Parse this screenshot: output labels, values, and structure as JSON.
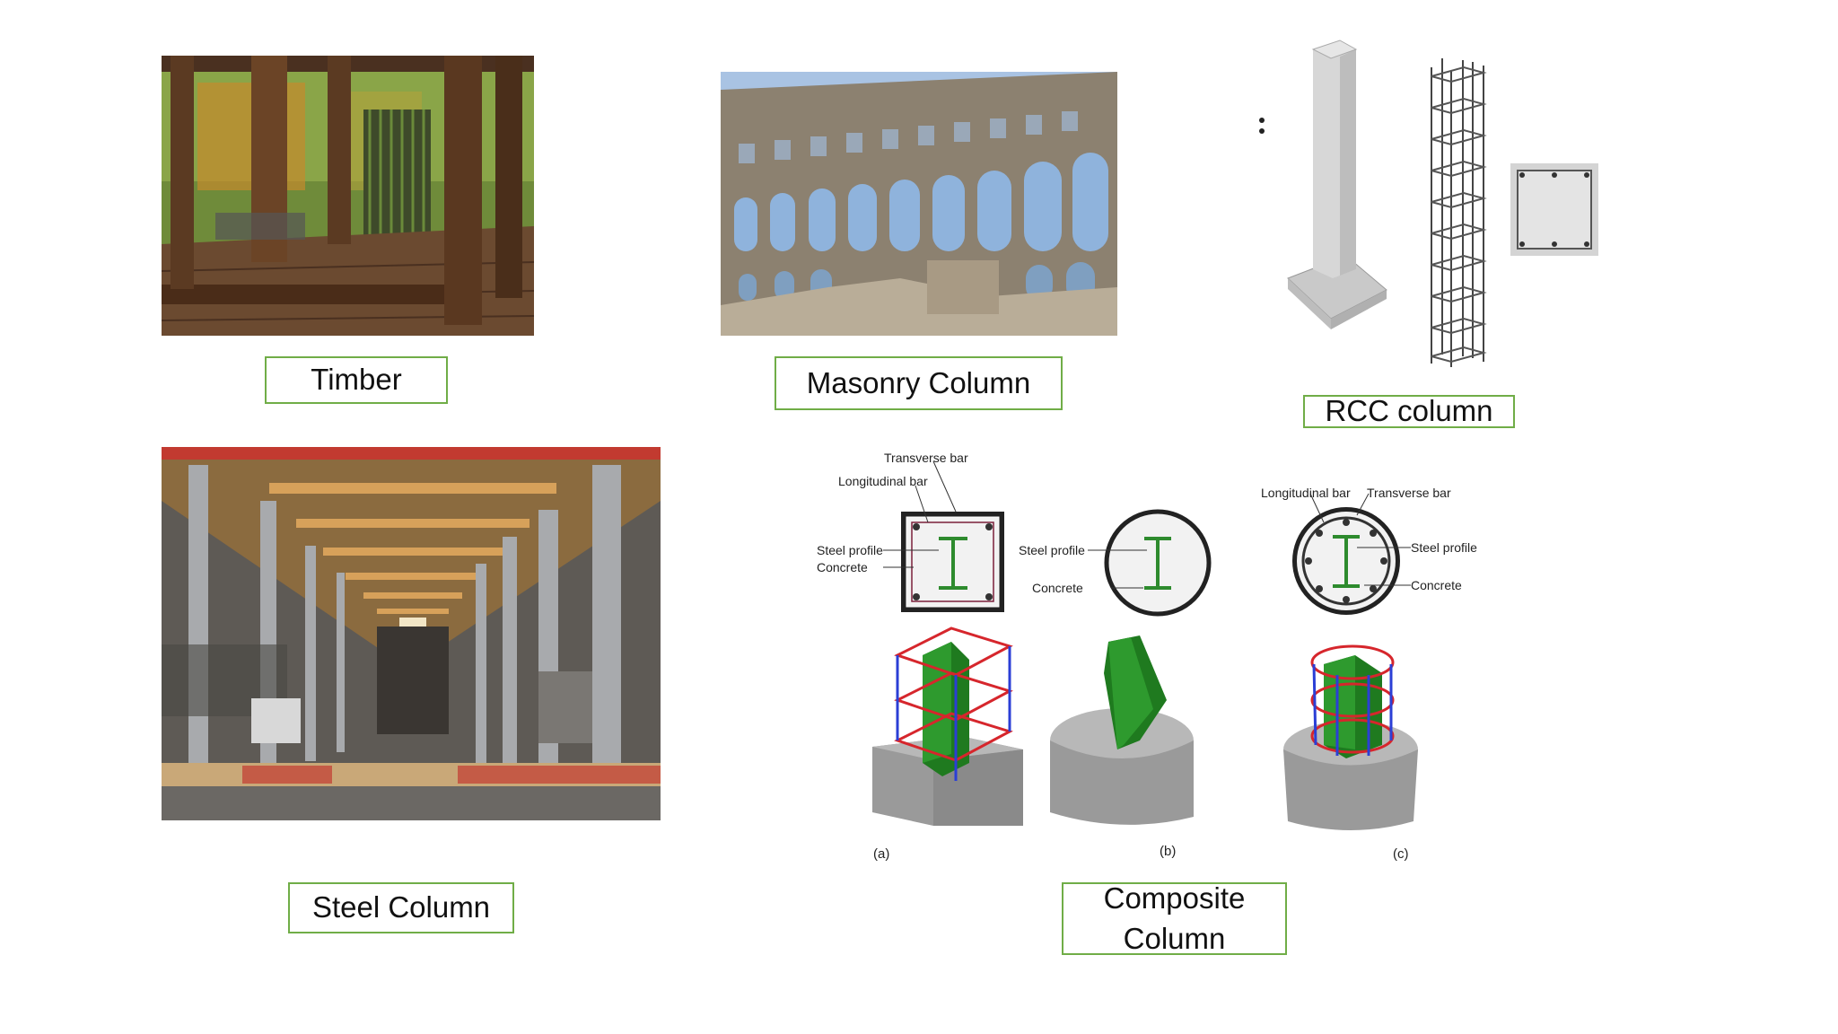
{
  "slide": {
    "captions": {
      "timber": "Timber",
      "masonry": "Masonry Column",
      "rcc": "RCC column",
      "steel": "Steel Column",
      "composite_line1": "Composite",
      "composite_line2": "Column"
    },
    "diagram_labels": {
      "transverse_bar": "Transverse bar",
      "longitudinal_bar": "Longitudinal bar",
      "steel_profile": "Steel profile",
      "concrete": "Concrete",
      "sub_a": "(a)",
      "sub_b": "(b)",
      "sub_c": "(c)"
    },
    "colors": {
      "caption_border": "#70ad47",
      "steel_profile": "#2e8b2e",
      "transverse_bar": "#d6262c",
      "longitudinal_bar": "#2b3fd6"
    }
  }
}
